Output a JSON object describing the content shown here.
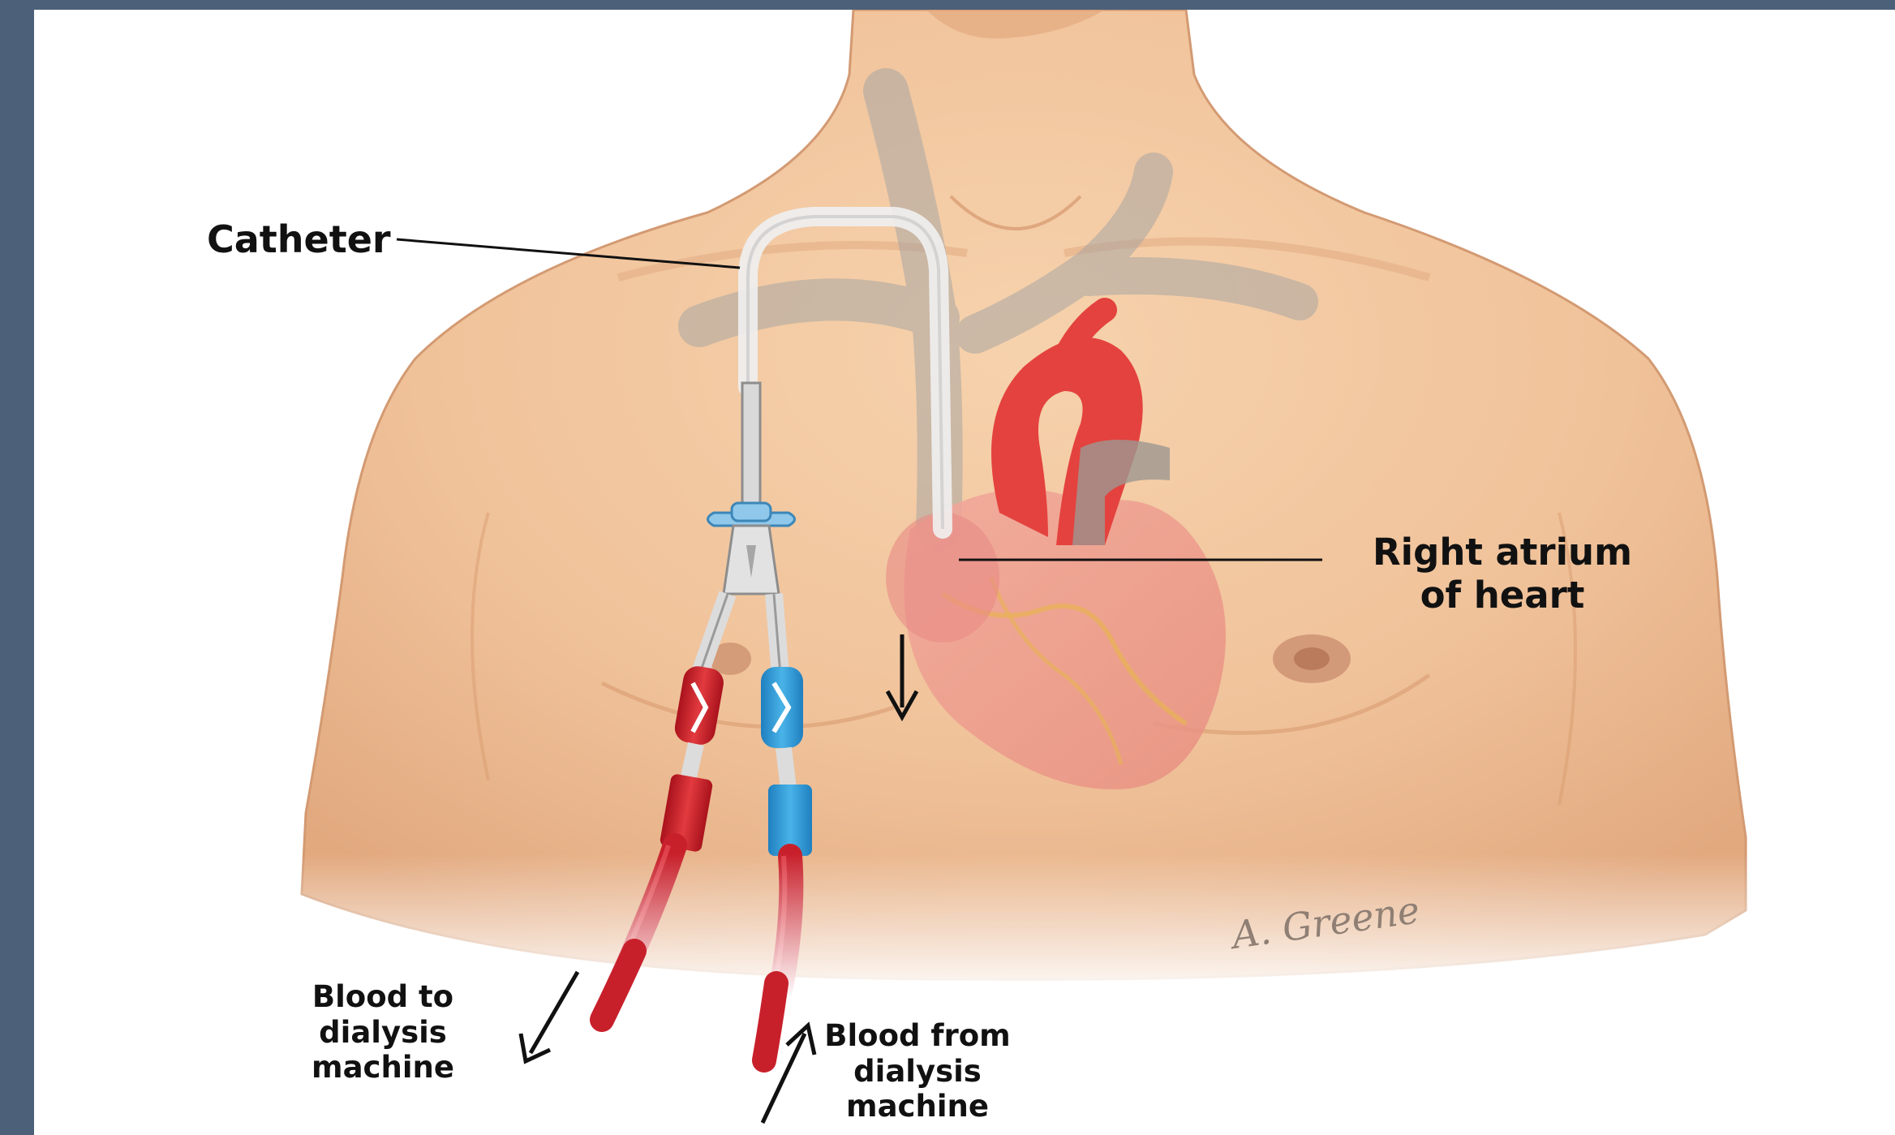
{
  "labels": {
    "catheter": "Catheter",
    "right_atrium": [
      "Right atrium",
      "of heart"
    ],
    "blood_to": [
      "Blood to",
      "dialysis",
      "machine"
    ],
    "blood_from": [
      "Blood from",
      "dialysis",
      "machine"
    ]
  },
  "signature": "A. Greene",
  "colors": {
    "frame": "#4c6079",
    "skin": "#f0c29a",
    "vessel": "#b9b4ae",
    "heart_red": "#e4423e",
    "arterial_line": "#c8202b",
    "venous_line": "#2f9bd7",
    "clamp_blue": "#8fc8ea"
  }
}
